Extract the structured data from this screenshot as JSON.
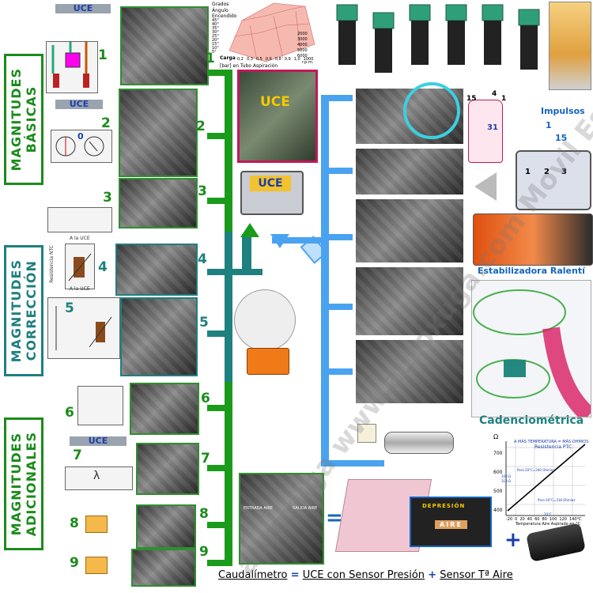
{
  "side_labels": {
    "basicas": "MAGNITUDES\nBÁSICAS",
    "correccion": "MAGNITUDES\nCORRECCIÓN",
    "adicionales": "MAGNITUDES\nADICIONALES"
  },
  "uce_small_labels": [
    "UCE",
    "UCE",
    "UCE"
  ],
  "sensor_numbers": [
    "1",
    "2",
    "3",
    "4",
    "5",
    "6",
    "7",
    "8",
    "9"
  ],
  "schematic_texts": {
    "ntc_top": "A la UCE",
    "ntc_side": "Resistencia NTC",
    "ntc_bottom": "A la UCE",
    "zero": "0",
    "lambda": "λ"
  },
  "map_chart": {
    "axis_title_top": "Grados",
    "axis_lines": [
      "45°",
      "40°",
      "35°",
      "30°",
      "25°",
      "20°",
      "15°",
      "10°",
      "5°"
    ],
    "left_notes": [
      "Ángulo",
      "Encendido"
    ],
    "bottom_left": "Carga",
    "bottom_values": [
      "0,2",
      "0,3",
      "0,5",
      "0,6",
      "0,8",
      "0,9",
      "1,0",
      "1000"
    ],
    "bottom_unit": "[bar] en Tubo Aspiración",
    "rpm_values": [
      "2000",
      "3000",
      "4000",
      "5000",
      "6000"
    ],
    "rpm_unit": "r.p.m."
  },
  "central_uce": {
    "label_pink": "UCE",
    "label_gold": "UCE"
  },
  "actuator_labels": {
    "ignition_15": "15",
    "ignition_4": "4",
    "ignition_1": "1",
    "ignition_31": "31",
    "impulsos": "Impulsos",
    "pin_1_top": "1",
    "pin_15": "15",
    "pin_1": "1",
    "pin_2": "2",
    "pin_3": "3",
    "estabilizadora": "Estabilizadora Ralentí",
    "cadenciometrica": "Cadenciométrica"
  },
  "ptc_chart": {
    "title": "A MÁS TEMPERATURA = MÁS OHMIOS",
    "subtitle": "Resistencia PTC",
    "ylabel": "Ω",
    "y_ticks": [
      "700",
      "600",
      "500",
      "400"
    ],
    "x_ticks": [
      "-20",
      "0",
      "20",
      "40",
      "60",
      "80",
      "100",
      "120",
      "140°C"
    ],
    "xlabel": "Temperatura Aire Aspirado en °C",
    "notes": [
      "Para 20°C=340 Ohmios",
      "340 Ω",
      "Para 30°C=318 Ohmios",
      "318 Ω",
      "20°C"
    ]
  },
  "ecu_side": {
    "entrada": "ENTRADA AIRE",
    "salida": "SALIDA AIRE",
    "equals": "=",
    "depresion": "DEPRESIÓN",
    "aire": "AIRE",
    "plus": "+"
  },
  "bottom_caption": {
    "part1": "Caudalímetro",
    "eq": "=",
    "part2": "UCE con Sensor Presión",
    "plus": "+",
    "part3": "Sensor Tª Aire"
  },
  "watermark": "autoxuga  www.autoxuga.com  Movil Española",
  "colors": {
    "green": "#1a9c1a",
    "teal": "#1f8080",
    "blue": "#4aa3f0",
    "magenta": "#c2185b"
  }
}
